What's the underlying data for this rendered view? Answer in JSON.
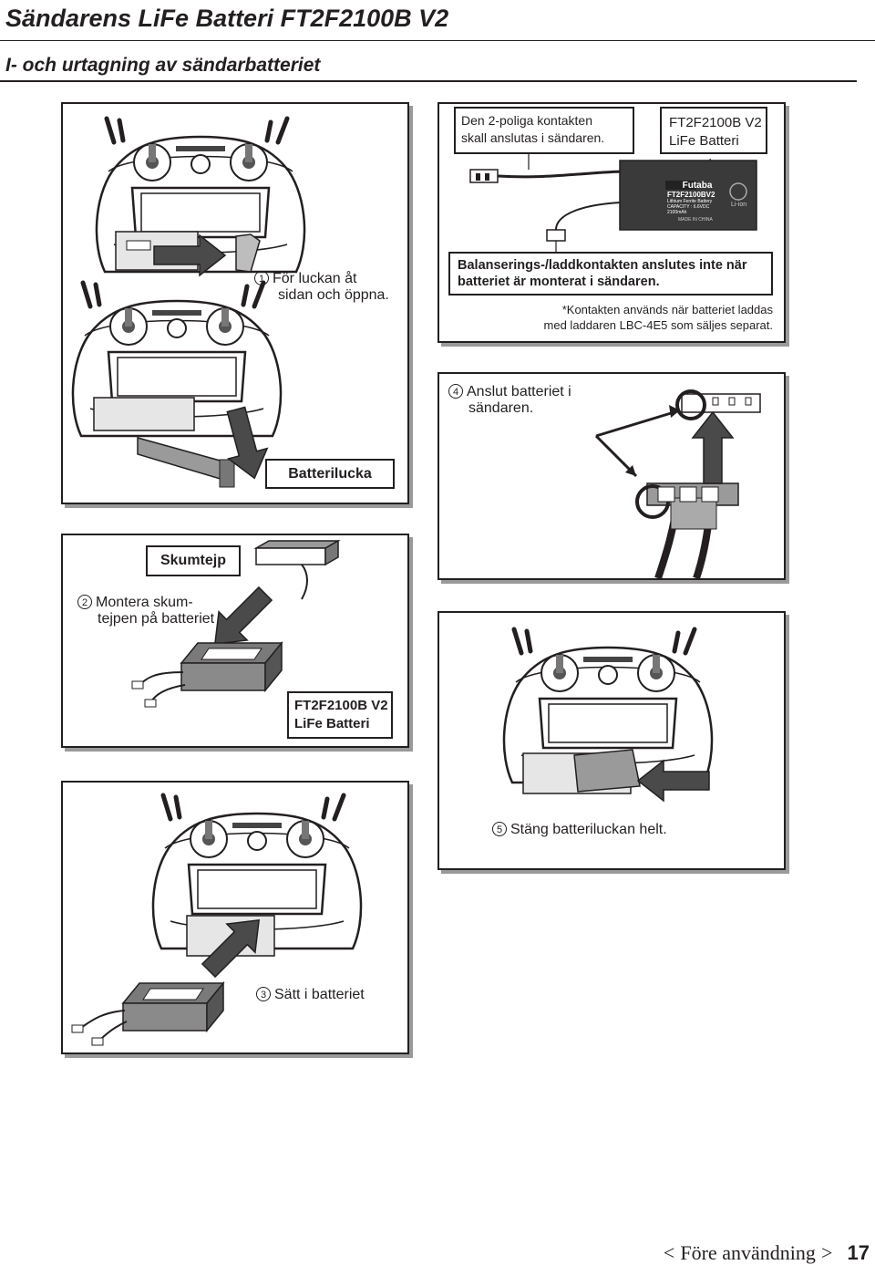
{
  "header": {
    "title": "Sändarens LiFe Batteri FT2F2100B V2",
    "subtitle": "I- och urtagning av sändarbatteriet"
  },
  "panel_open": {
    "step1_number": "1",
    "step1_text_line1": "För luckan åt",
    "step1_text_line2": "sidan och öppna.",
    "batterilucka_label": "Batterilucka"
  },
  "panel_connector": {
    "two_pin_note_line1": "Den 2-poliga kontakten",
    "two_pin_note_line2": "skall anslutas i sändaren.",
    "battery_label_line1": "FT2F2100B V2",
    "battery_label_line2": "LiFe Batteri",
    "battery_brand": "Futaba",
    "battery_model": "FT2F2100BV2",
    "battery_type": "Lithium Ferrite Battery",
    "battery_capacity": "CAPACITY : 6.6VDC 2100mAh",
    "battery_badge": "Li-ion",
    "battery_origin": "MADE IN CHINA",
    "balance_note_line1": "Balanserings-/laddkontakten anslutes inte när",
    "balance_note_line2": "batteriet är monterat i sändaren.",
    "charger_note_line1": "*Kontakten används när batteriet laddas",
    "charger_note_line2": "med laddaren LBC-4E5 som säljes separat."
  },
  "panel_connect": {
    "step4_number": "4",
    "step4_text_line1": "Anslut batteriet i",
    "step4_text_line2": "sändaren."
  },
  "panel_tape": {
    "tape_label": "Skumtejp",
    "step2_number": "2",
    "step2_text_line1": "Montera skum-",
    "step2_text_line2": "tejpen på batteriet",
    "battery_label_line1": "FT2F2100B V2",
    "battery_label_line2": "LiFe Batteri"
  },
  "panel_close": {
    "step5_number": "5",
    "step5_text": "Stäng batteriluckan helt."
  },
  "panel_insert": {
    "step3_number": "3",
    "step3_text": "Sätt i batteriet"
  },
  "footer": {
    "section_left": "<",
    "section": "Före användning",
    "section_right": ">",
    "page_number": "17"
  }
}
